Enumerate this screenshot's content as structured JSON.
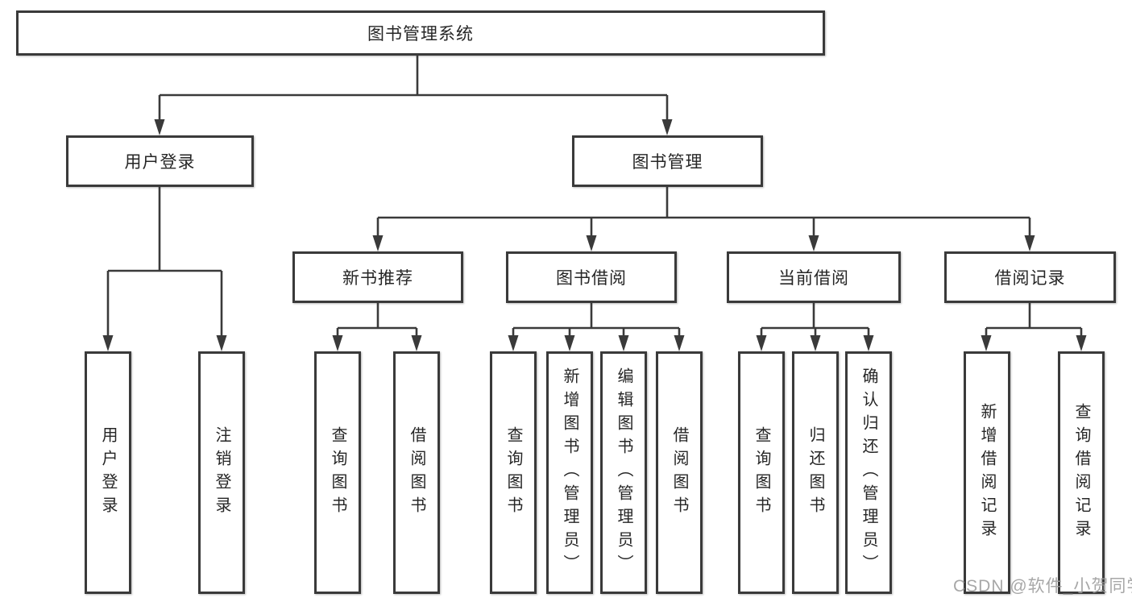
{
  "diagram": {
    "type": "hierarchy-tree",
    "title": "图书管理系统",
    "nodes": {
      "root": "图书管理系统",
      "user_login": "用户登录",
      "book_management": "图书管理",
      "new_book_recommend": "新书推荐",
      "book_borrow": "图书借阅",
      "current_borrow": "当前借阅",
      "borrow_records": "借阅记录",
      "leaves": {
        "login": "用户登录",
        "logout": "注销登录",
        "nb_query": "查询图书",
        "nb_borrow": "借阅图书",
        "bb_query": "查询图书",
        "bb_add": "新增图书（管理员）",
        "bb_edit": "编辑图书（管理员）",
        "bb_borrow": "借阅图书",
        "cb_query": "查询图书",
        "cb_return": "归还图书",
        "cb_confirm": "确认归还（管理员）",
        "rec_add": "新增借阅记录",
        "rec_query": "查询借阅记录"
      }
    },
    "hierarchy": [
      {
        "parent": "图书管理系统",
        "children": [
          "用户登录",
          "图书管理"
        ]
      },
      {
        "parent": "用户登录",
        "children": [
          "用户登录",
          "注销登录"
        ]
      },
      {
        "parent": "图书管理",
        "children": [
          "新书推荐",
          "图书借阅",
          "当前借阅",
          "借阅记录"
        ]
      },
      {
        "parent": "新书推荐",
        "children": [
          "查询图书",
          "借阅图书"
        ]
      },
      {
        "parent": "图书借阅",
        "children": [
          "查询图书",
          "新增图书（管理员）",
          "编辑图书（管理员）",
          "借阅图书"
        ]
      },
      {
        "parent": "当前借阅",
        "children": [
          "查询图书",
          "归还图书",
          "确认归还（管理员）"
        ]
      },
      {
        "parent": "借阅记录",
        "children": [
          "新增借阅记录",
          "查询借阅记录"
        ]
      }
    ],
    "colors": {
      "line": "#3a3a3a",
      "box_border": "#3a3a3a",
      "box_fill": "#ffffff",
      "text": "#262626",
      "background": "#ffffff",
      "watermark": "#9e9e9e"
    }
  },
  "watermark": "CSDN @软件_小贺同学"
}
